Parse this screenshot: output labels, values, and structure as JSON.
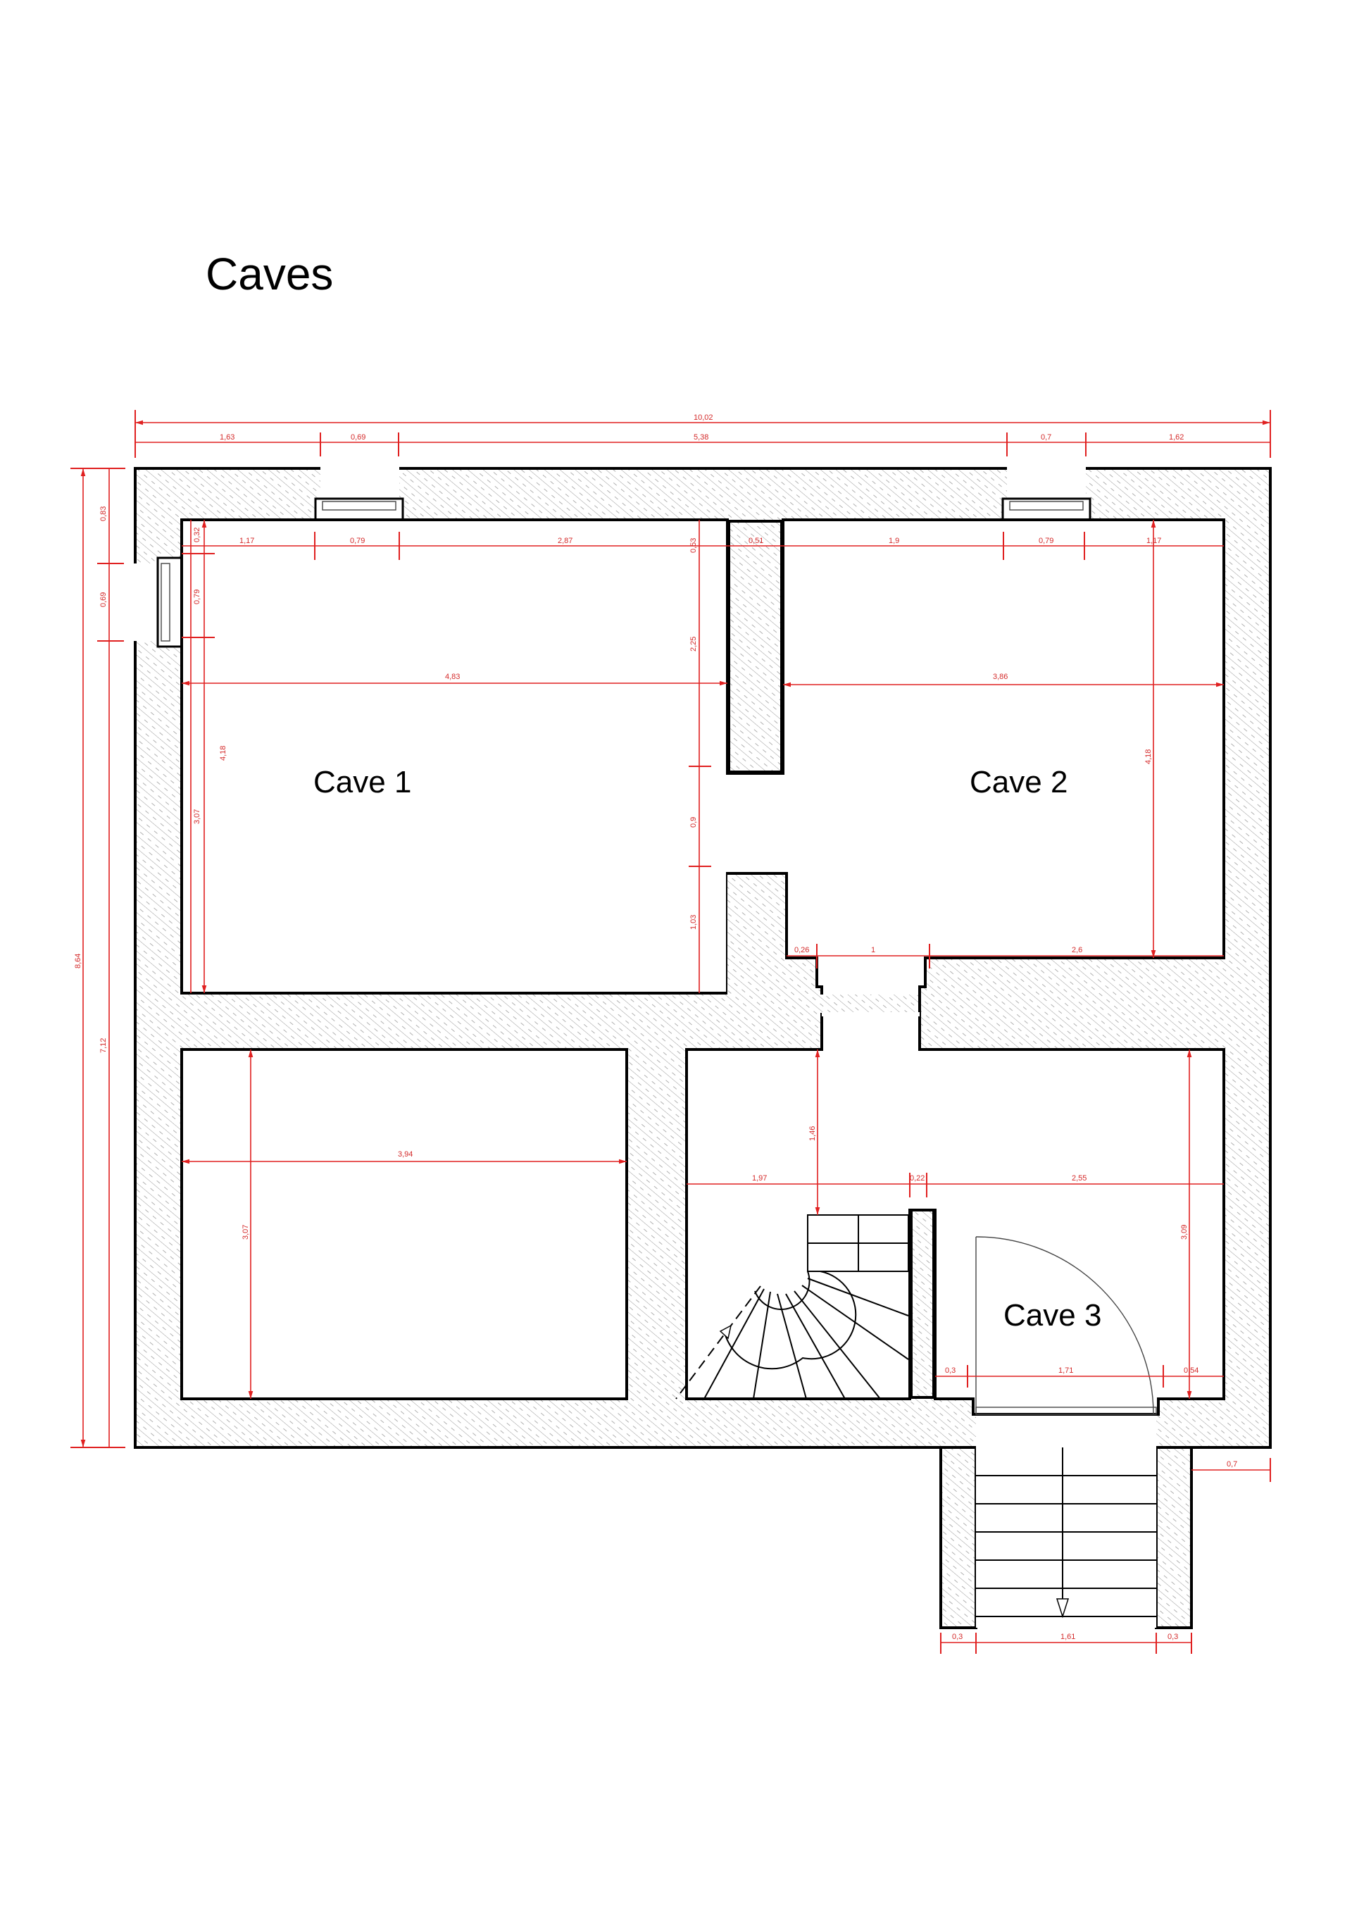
{
  "title": "Caves",
  "rooms": [
    {
      "name": "Cave 1"
    },
    {
      "name": "Cave 2"
    },
    {
      "name": "Cave 3"
    }
  ],
  "dimensions": {
    "top_overall": "10,02",
    "top_segments": [
      "1,63",
      "0,69",
      "5,38",
      "0,7",
      "1,62"
    ],
    "left_overall": "8,64",
    "left_segments": [
      "0,83",
      "0,69",
      "7,12"
    ],
    "cave1_top": [
      "1,17",
      "0,79",
      "2,87"
    ],
    "cave1_left": [
      "0,32",
      "0,79",
      "4,18",
      "3,07"
    ],
    "cave1_width": "4,83",
    "cave1_right": [
      "0,53",
      "2,25",
      "0,9",
      "1,03"
    ],
    "wall_gap": "0,51",
    "cave2_top": [
      "1,9",
      "0,79",
      "1,17"
    ],
    "cave2_width": "3,86",
    "cave2_height": "4,18",
    "corridor": [
      "0,26",
      "1",
      "2,6"
    ],
    "lower_left_width": "3,94",
    "lower_left_height": "3,07",
    "cave3_height_left": "1,46",
    "cave3_width": [
      "1,97",
      "0,22",
      "2,55"
    ],
    "cave3_height": "3,09",
    "cave3_door": [
      "0,3",
      "1,71",
      "0,54"
    ],
    "entry_stair": [
      "0,3",
      "1,61",
      "0,3"
    ],
    "entry_offset": "0,7"
  },
  "colors": {
    "dimension": "#e02020",
    "wall_stroke": "#000000",
    "hatch": "#9a9a9a"
  }
}
